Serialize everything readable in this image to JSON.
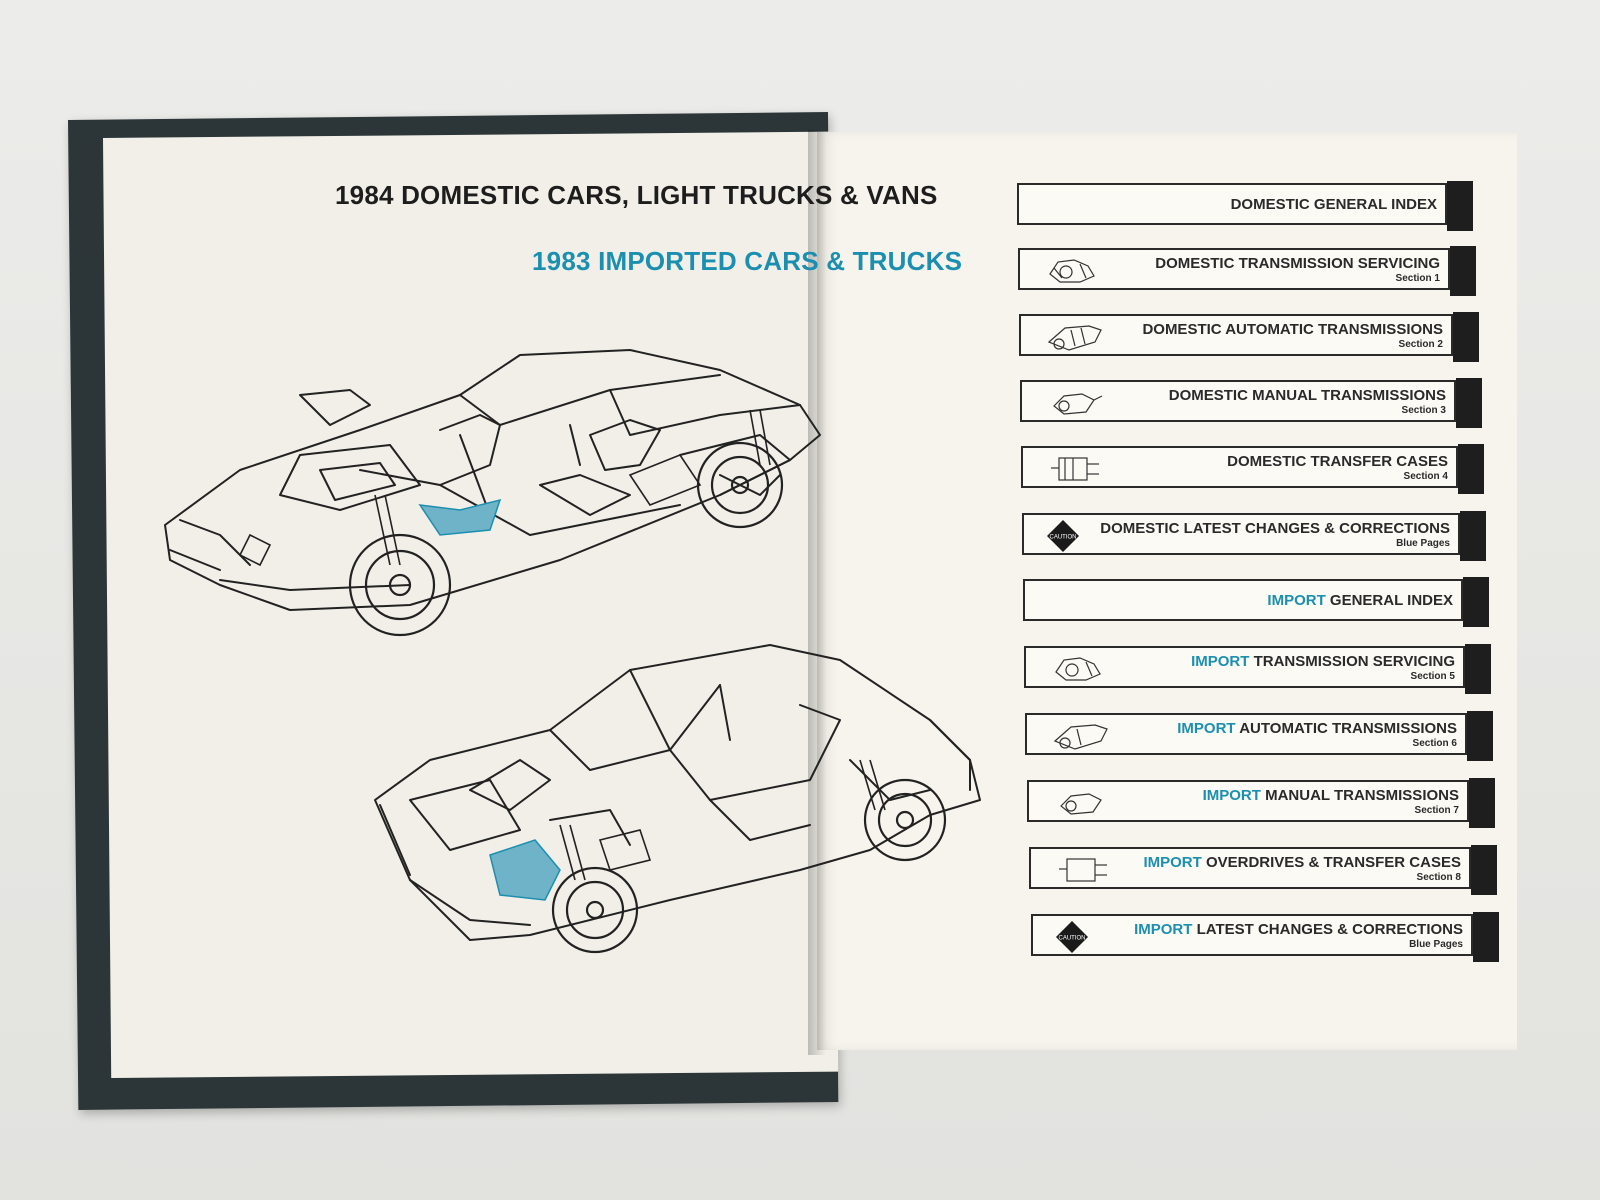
{
  "book": {
    "title_line1": "1984 DOMESTIC CARS, LIGHT TRUCKS & VANS",
    "title_line2": "1983 IMPORTED CARS & TRUCKS"
  },
  "tabs": [
    {
      "prefix": "",
      "label": "DOMESTIC GENERAL INDEX",
      "section": "",
      "icon": "none"
    },
    {
      "prefix": "",
      "label": "DOMESTIC TRANSMISSION SERVICING",
      "section": "Section 1",
      "icon": "transmission-sketch-icon"
    },
    {
      "prefix": "",
      "label": "DOMESTIC AUTOMATIC TRANSMISSIONS",
      "section": "Section 2",
      "icon": "automatic-transmission-icon"
    },
    {
      "prefix": "",
      "label": "DOMESTIC MANUAL TRANSMISSIONS",
      "section": "Section 3",
      "icon": "manual-transmission-icon"
    },
    {
      "prefix": "",
      "label": "DOMESTIC TRANSFER CASES",
      "section": "Section 4",
      "icon": "transfer-case-icon"
    },
    {
      "prefix": "",
      "label": "DOMESTIC LATEST CHANGES & CORRECTIONS",
      "section": "Blue Pages",
      "icon": "caution-icon"
    },
    {
      "prefix": "IMPORT",
      "label": "GENERAL INDEX",
      "section": "",
      "icon": "none"
    },
    {
      "prefix": "IMPORT",
      "label": "TRANSMISSION SERVICING",
      "section": "Section 5",
      "icon": "transmission-sketch-icon"
    },
    {
      "prefix": "IMPORT",
      "label": "AUTOMATIC TRANSMISSIONS",
      "section": "Section 6",
      "icon": "automatic-transmission-icon"
    },
    {
      "prefix": "IMPORT",
      "label": "MANUAL TRANSMISSIONS",
      "section": "Section 7",
      "icon": "manual-transmission-icon"
    },
    {
      "prefix": "IMPORT",
      "label": "OVERDRIVES & TRANSFER CASES",
      "section": "Section 8",
      "icon": "transfer-case-icon"
    },
    {
      "prefix": "IMPORT",
      "label": "LATEST CHANGES & CORRECTIONS",
      "section": "Blue Pages",
      "icon": "caution-icon"
    }
  ],
  "caution_text": "CAUTION",
  "colors": {
    "accent": "#1b8faf",
    "ink": "#1d1d1d",
    "cover": "#2c3638",
    "paper": "#f4f2ea"
  }
}
